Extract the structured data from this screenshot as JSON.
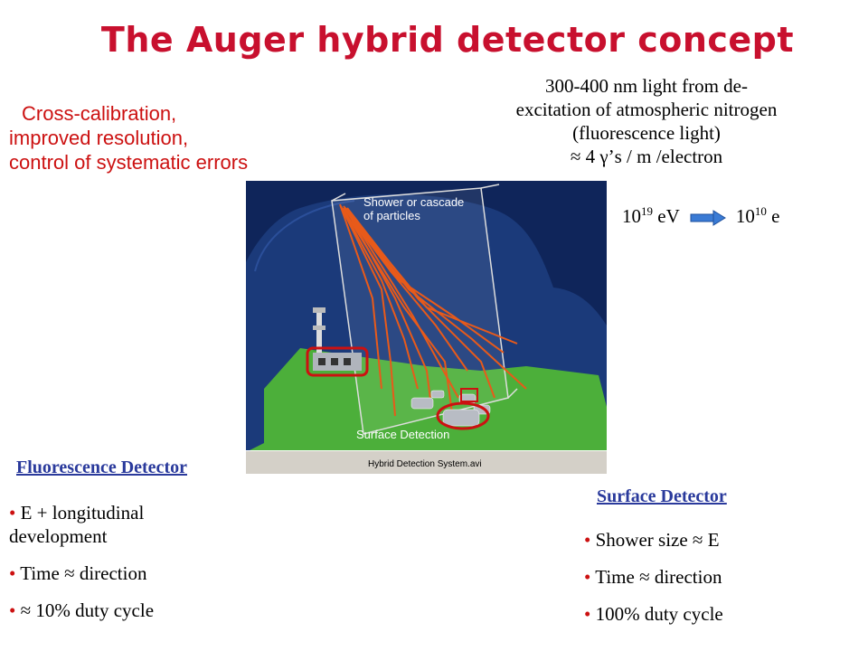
{
  "slide": {
    "title": "The Auger hybrid detector concept",
    "cross_calibration": [
      "Cross-calibration,",
      "improved resolution,",
      "control of systematic errors"
    ],
    "fluorescence_info": [
      "300-400 nm light from de-",
      "excitation of atmospheric nitrogen",
      "(fluorescence light)",
      "≈ 4 γ’s / m /electron"
    ],
    "energy": {
      "left_base": "10",
      "left_exp": "19",
      "left_unit": " eV",
      "right_base": "10",
      "right_exp": "10",
      "right_unit": " e"
    },
    "video": {
      "label_shower": [
        "Shower or cascade",
        "of particles"
      ],
      "label_surface": "Surface Detection",
      "caption": "Hybrid Detection System.avi"
    },
    "fluorescence_detector": {
      "title": "Fluorescence Detector",
      "bullets": [
        "E + longitudinal development",
        "Time ≈ direction",
        "≈ 10% duty cycle"
      ]
    },
    "surface_detector": {
      "title": "Surface Detector",
      "bullets": [
        "Shower size  ≈ E",
        "Time ≈ direction",
        "100% duty cycle"
      ]
    },
    "colors": {
      "title": "#c8102e",
      "bullet": "#cc1111",
      "section_title": "#2a3a9c",
      "ground": "#4caf3a",
      "sky": "#1b3a7a",
      "shower": "#e85a1a"
    }
  }
}
